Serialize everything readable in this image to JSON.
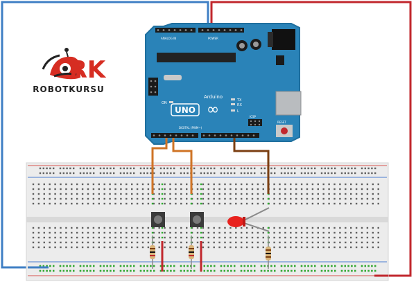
{
  "logo": {
    "mark": "RK",
    "wordmark": "ROBOTKURSU",
    "colors": {
      "red": "#d62d22",
      "dark": "#222222"
    }
  },
  "arduino": {
    "model": "UNO",
    "brand": "Arduino",
    "infinity_symbol": "∞",
    "header_labels": {
      "analog_in": "ANALOG IN",
      "power": "POWER",
      "digital": "DIGITAL (PWM~)",
      "icsp": "ICSP",
      "reset": "RESET",
      "on": "ON",
      "tx": "TX",
      "rx": "RX",
      "l": "L"
    },
    "colors": {
      "board": "#2a83b8",
      "board_edge": "#1f6f9e",
      "chip": "#222222",
      "usb": "#b9bcbf",
      "jack": "#111111"
    }
  },
  "breadboard": {
    "colors": {
      "body": "#ececec",
      "hole": "#5f5f5f",
      "rail_red": "#d9534f",
      "rail_blue": "#4a7bd0",
      "connected_green": "#2fae2f",
      "gutter": "#d9d9d9"
    }
  },
  "components": {
    "buttons": [
      "button-1",
      "button-2"
    ],
    "led": {
      "color": "#e8221e"
    },
    "resistors": [
      "resistor-1",
      "resistor-2",
      "resistor-3"
    ]
  },
  "wires": {
    "colors": {
      "blue": "#3f7fc4",
      "red": "#c1272d",
      "orange": "#cf7426",
      "brown": "#7b3f12",
      "gray": "#8a8a8a"
    }
  }
}
